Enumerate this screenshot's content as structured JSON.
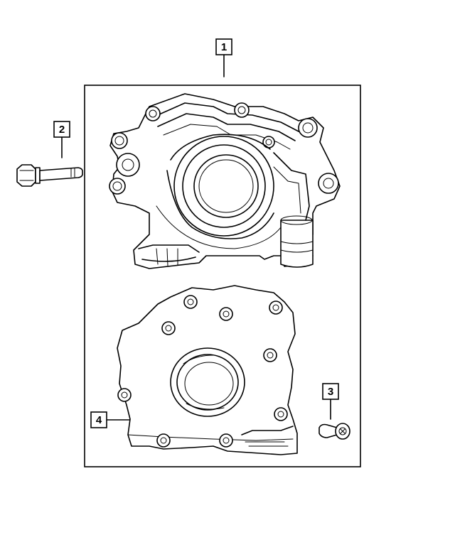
{
  "callouts": [
    {
      "id": "1",
      "label": "1",
      "part": "oil-pump-assembly"
    },
    {
      "id": "2",
      "label": "2",
      "part": "flange-bolt"
    },
    {
      "id": "3",
      "label": "3",
      "part": "cover-screw"
    },
    {
      "id": "4",
      "label": "4",
      "part": "pump-cover-plate"
    }
  ]
}
